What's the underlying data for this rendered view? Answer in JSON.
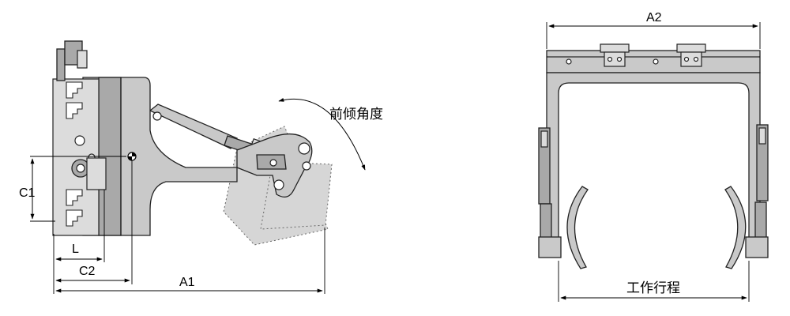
{
  "side_view": {
    "labels": {
      "tilt_angle": "前倾角度",
      "a1": "A1",
      "c1": "C1",
      "c2": "C2",
      "l": "L"
    }
  },
  "front_view": {
    "labels": {
      "a2": "A2",
      "stroke": "工作行程"
    }
  },
  "colors": {
    "metal": "#c9c9c9",
    "metal_dark": "#a9a9a9",
    "outline": "#222222",
    "dimension": "#000000"
  }
}
